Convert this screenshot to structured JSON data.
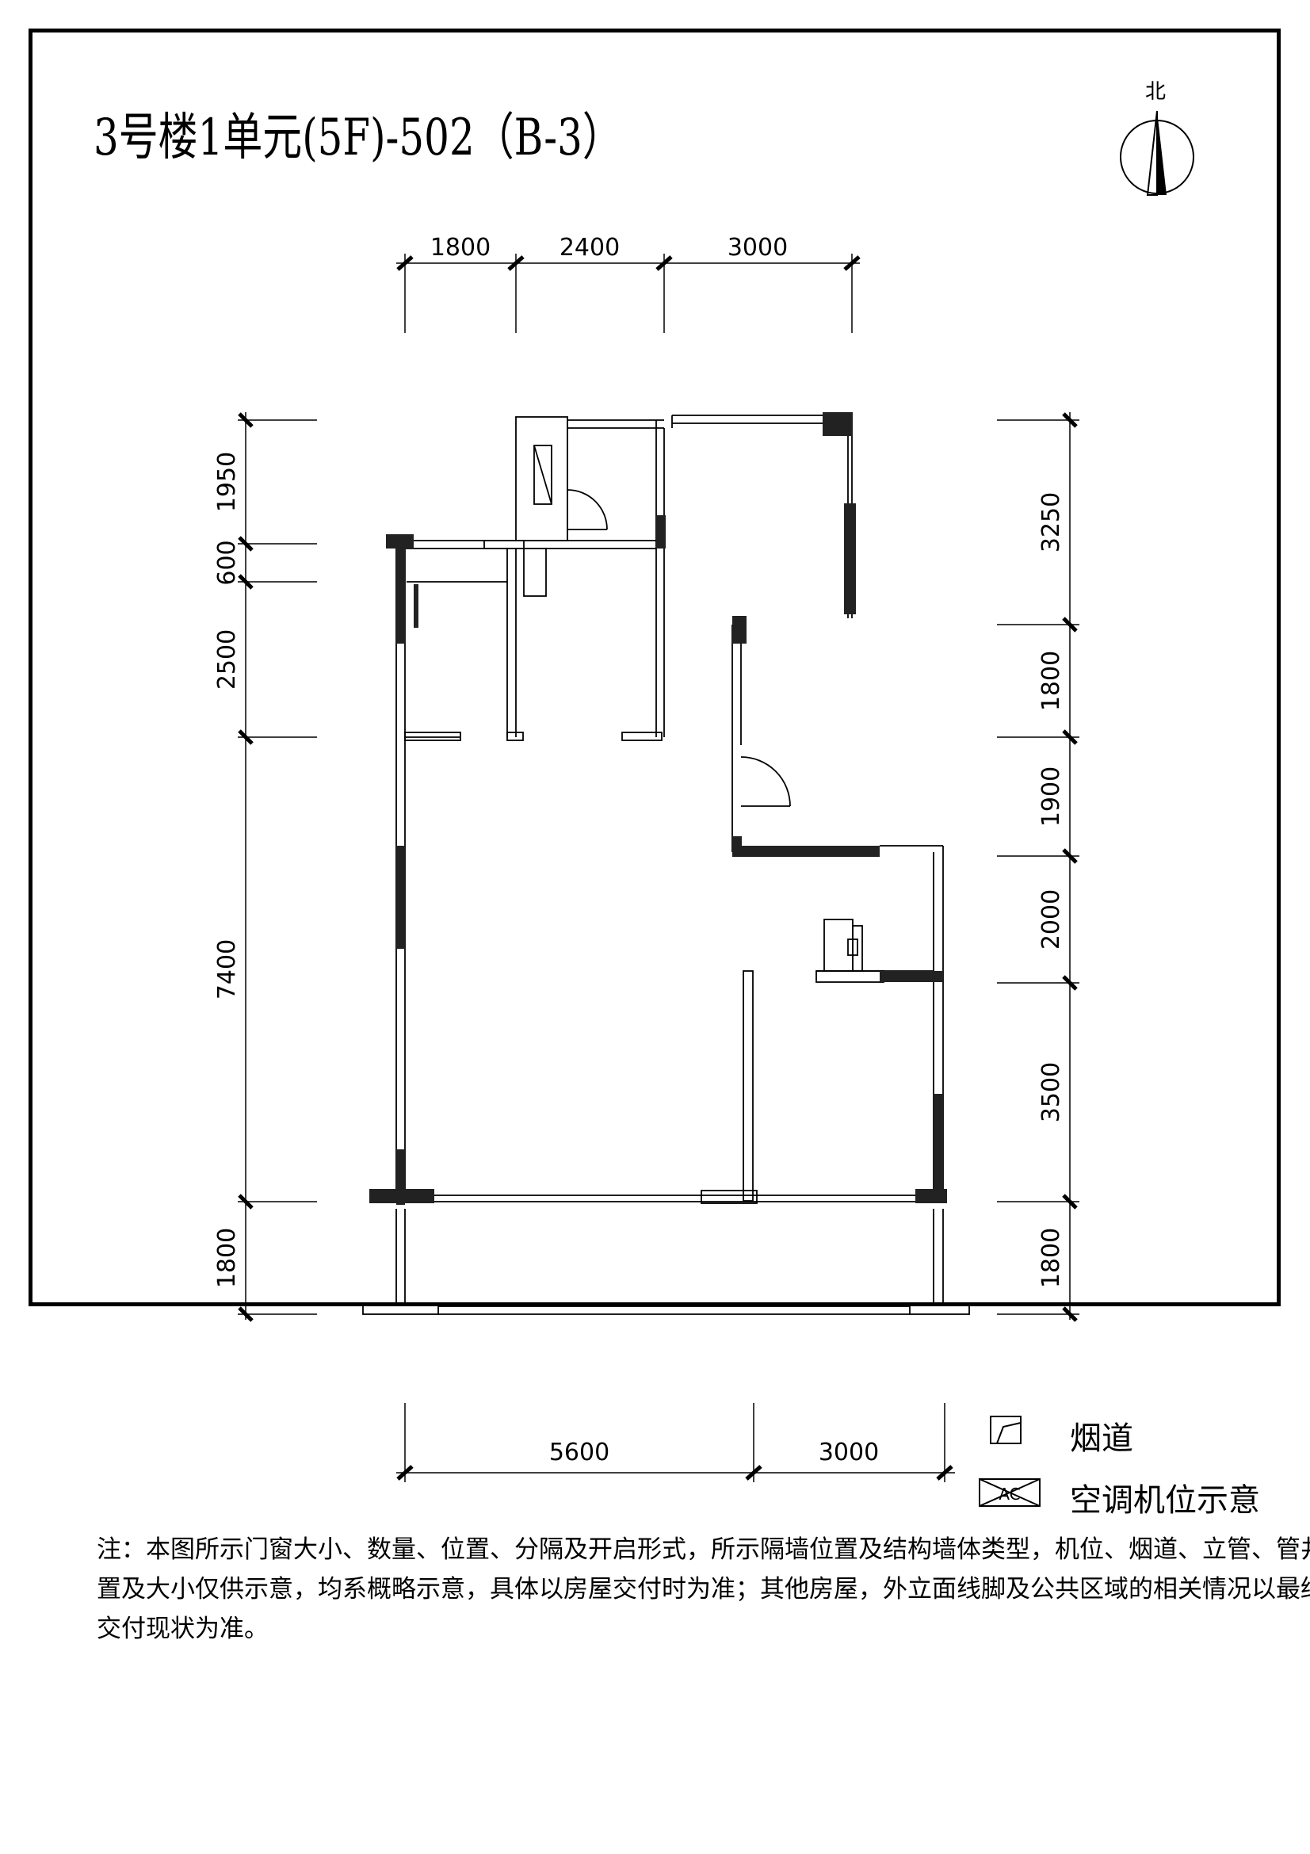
{
  "title": "3号楼1单元(5F)-502（B-3）",
  "compass": {
    "label": "北",
    "icon": "north-arrow-icon"
  },
  "dimensions": {
    "top": [
      "1800",
      "2400",
      "3000"
    ],
    "left": [
      "1950",
      "600",
      "2500",
      "7400",
      "1800"
    ],
    "right": [
      "3250",
      "1800",
      "1900",
      "2000",
      "3500",
      "1800"
    ],
    "bottom": [
      "5600",
      "3000"
    ]
  },
  "legend": {
    "flue_label": "烟道",
    "ac_label": "空调机位示意",
    "ac_badge": "AC"
  },
  "note": {
    "line1": "注：本图所示门窗大小、数量、位置、分隔及开启形式，所示隔墙位置及结构墙体类型，机位、烟道、立管、管井位",
    "line2": "置及大小仅供示意，均系概略示意，具体以房屋交付时为准；其他房屋，外立面线脚及公共区域的相关情况以最终",
    "line3": "交付现状为准。"
  }
}
